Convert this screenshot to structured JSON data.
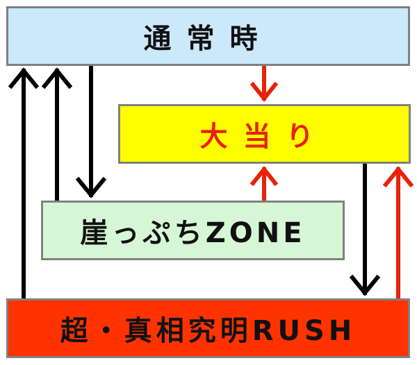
{
  "boxes": {
    "normal": "通常時",
    "jackpot": "大当り",
    "zone": "崖っぷちZONE",
    "rush": "超・真相究明RUSH"
  },
  "colors": {
    "normal_fill": "#cce8fb",
    "jackpot_fill": "#ffff00",
    "jackpot_text": "#e8220a",
    "zone_fill": "#d6f7d6",
    "rush_fill": "#ff3300",
    "box_border": "#808080",
    "arrow_black": "#000000",
    "arrow_red": "#e8220a"
  },
  "connections": [
    {
      "from": "rush",
      "to": "normal",
      "color": "black"
    },
    {
      "from": "zone",
      "to": "normal",
      "color": "black"
    },
    {
      "from": "normal",
      "to": "zone",
      "color": "black"
    },
    {
      "from": "normal",
      "to": "jackpot",
      "color": "red"
    },
    {
      "from": "zone",
      "to": "jackpot",
      "color": "red"
    },
    {
      "from": "jackpot",
      "to": "rush",
      "color": "black"
    },
    {
      "from": "rush",
      "to": "jackpot",
      "color": "red"
    }
  ]
}
